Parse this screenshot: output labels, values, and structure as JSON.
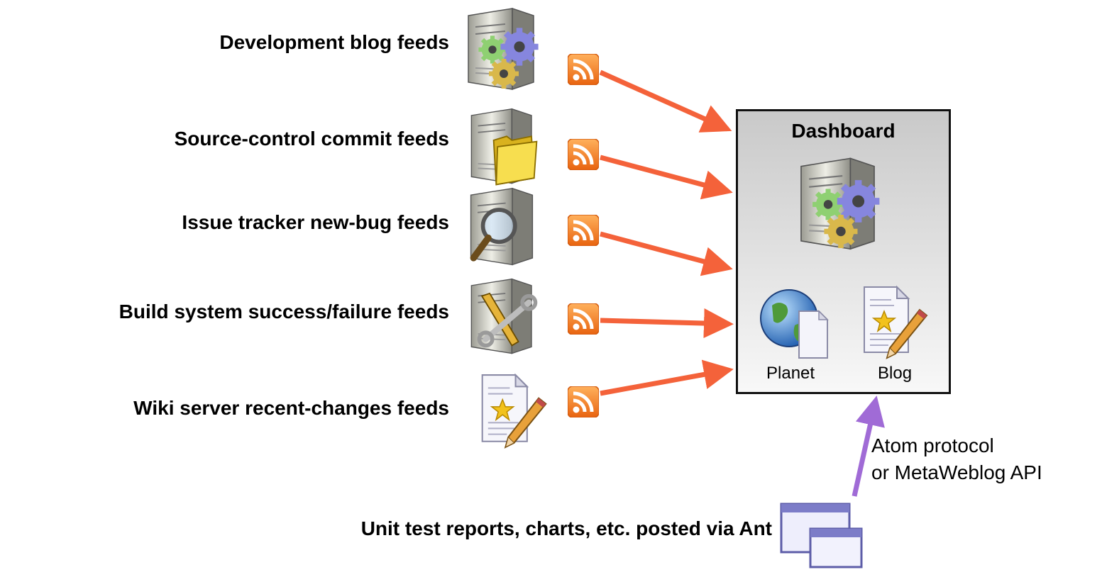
{
  "sources": [
    {
      "label": "Development blog feeds",
      "icon": "gear-server-icon"
    },
    {
      "label": "Source-control commit feeds",
      "icon": "folder-server-icon"
    },
    {
      "label": "Issue tracker new-bug feeds",
      "icon": "magnifier-server-icon"
    },
    {
      "label": "Build system success/failure feeds",
      "icon": "tools-server-icon"
    },
    {
      "label": "Wiki server recent-changes feeds",
      "icon": "document-pencil-icon"
    }
  ],
  "feed_icon": "rss-icon",
  "dashboard": {
    "title": "Dashboard",
    "server_icon": "gear-server-icon",
    "planet_label": "Planet",
    "blog_label": "Blog"
  },
  "protocol_note": {
    "line1": "Atom protocol",
    "line2": "or MetaWeblog API"
  },
  "unit_test_label": "Unit test reports, charts, etc. posted via Ant",
  "colors": {
    "feed_arrow": "#f4623a",
    "post_arrow": "#a06bd6",
    "rss_orange": "#f7872f",
    "box_border": "#111111"
  }
}
